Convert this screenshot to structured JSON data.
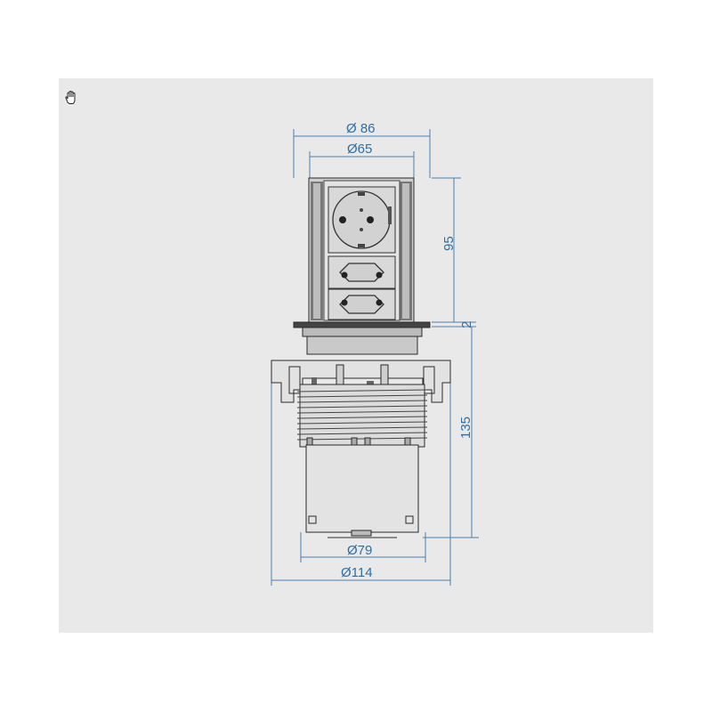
{
  "viewer": {
    "tool_icon": "hand-pan-icon",
    "colors": {
      "background": "#e9e9e9",
      "dimension": "#2f6fa3",
      "outline": "#2a2a2a"
    }
  },
  "dimensions": {
    "top_outer_diameter": "Ø 86",
    "top_inner_diameter": "Ø65",
    "head_height": "95",
    "flange_thickness": "2",
    "body_height": "135",
    "body_diameter": "Ø79",
    "bottom_diameter": "Ø114"
  },
  "sockets": {
    "schuko_count": 1,
    "euro_count": 2
  }
}
